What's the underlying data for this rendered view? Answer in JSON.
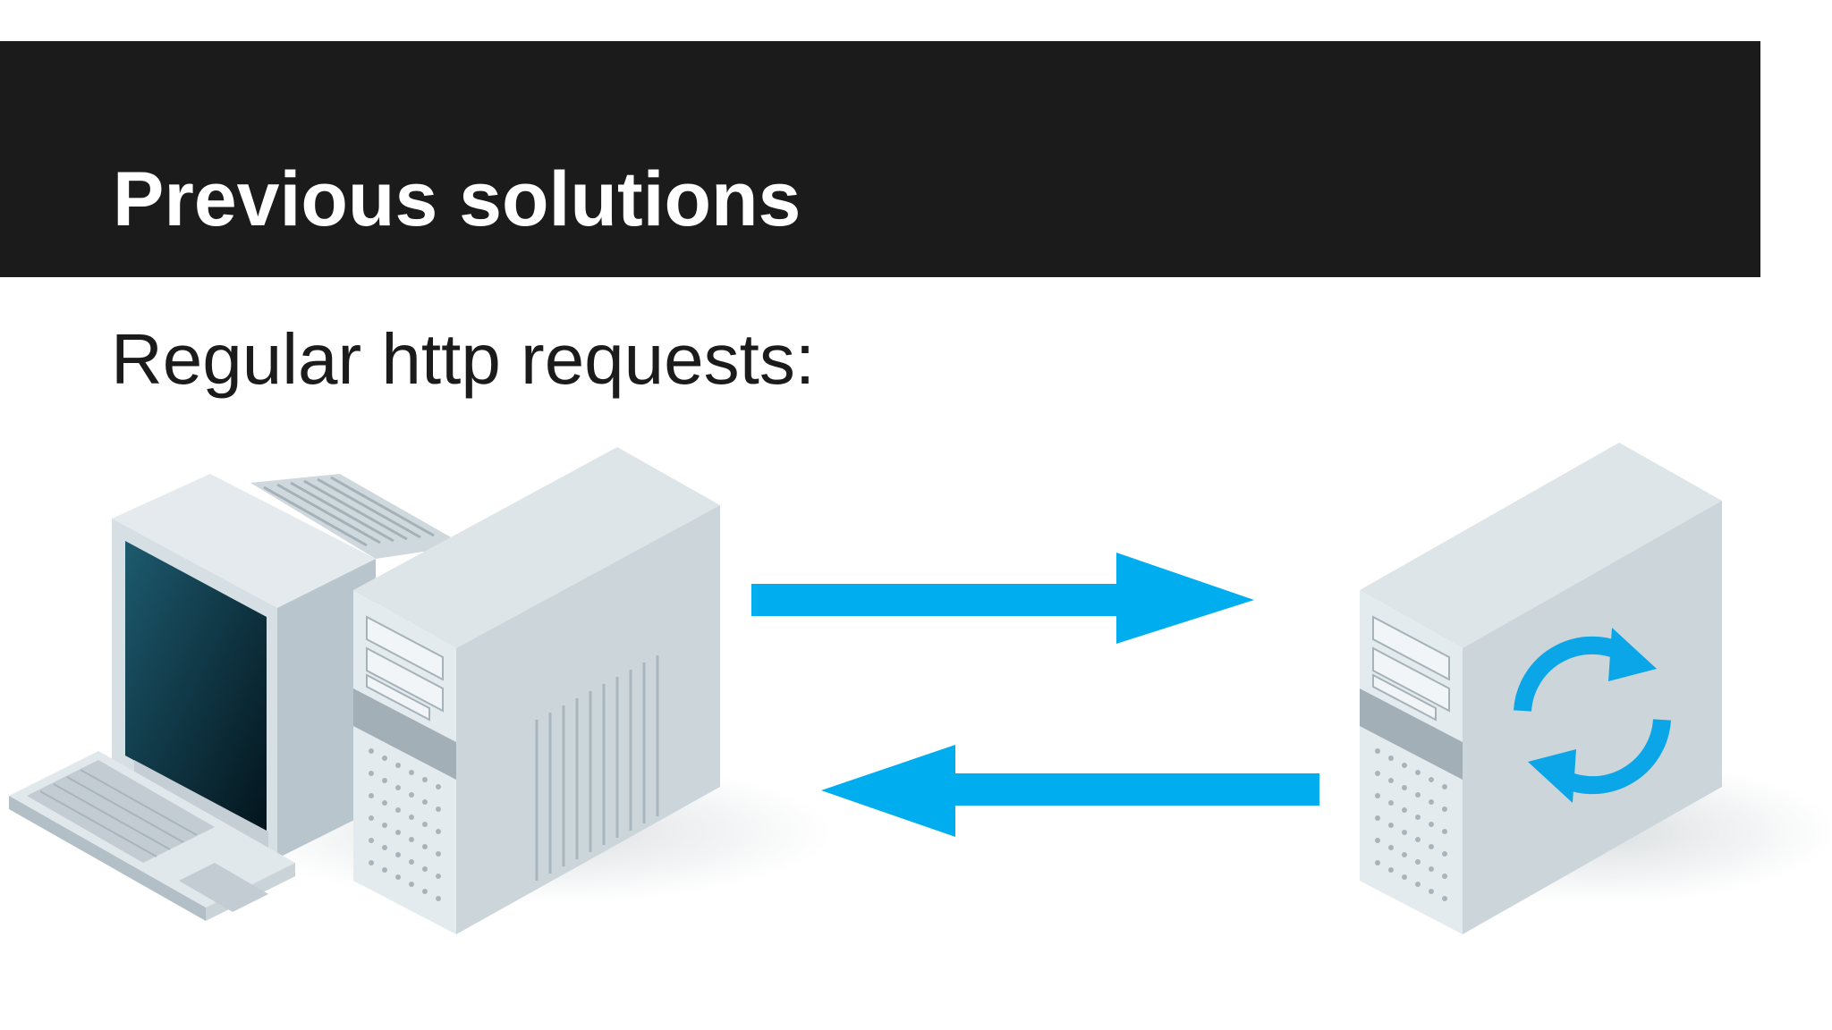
{
  "slide": {
    "title": "Previous solutions",
    "subtitle": "Regular http requests:"
  },
  "diagram": {
    "nodes": [
      {
        "id": "client",
        "icon": "desktop-computer-icon"
      },
      {
        "id": "server",
        "icon": "server-tower-icon",
        "badge_icon": "sync-icon"
      }
    ],
    "edges": [
      {
        "from": "client",
        "to": "server",
        "icon": "arrow-right-icon"
      },
      {
        "from": "server",
        "to": "client",
        "icon": "arrow-left-icon"
      }
    ],
    "colors": {
      "arrow": "#00aeef",
      "title_bar": "#1b1b1b",
      "case_light": "#dfe6ea",
      "case_mid": "#c5d0d6",
      "case_dark": "#a9b6bd"
    }
  }
}
